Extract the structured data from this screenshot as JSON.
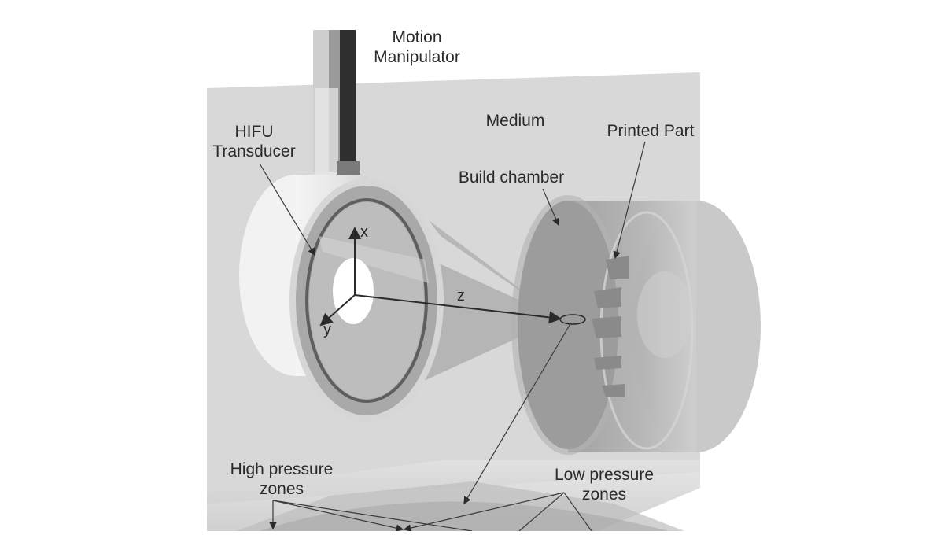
{
  "diagram": {
    "title": "HIFU acoustic printing setup",
    "labels": {
      "motion_manipulator": [
        "Motion",
        "Manipulator"
      ],
      "hifu_transducer": [
        "HIFU",
        "Transducer"
      ],
      "medium": "Medium",
      "printed_part": "Printed Part",
      "build_chamber": "Build chamber",
      "high_pressure_zones": [
        "High pressure",
        "zones"
      ],
      "low_pressure_zones": [
        "Low pressure",
        "zones"
      ]
    },
    "axes": {
      "x": "x",
      "y": "y",
      "z": "z"
    },
    "colors": {
      "background": "#ffffff",
      "medium_box": "#d9d9d9",
      "transducer_housing": "#eeeeee",
      "transducer_ring": "#a8a8a8",
      "transducer_face": "#bcbcbc",
      "beam_cone": "#8f8f8f",
      "build_chamber": "#9a9a9a",
      "chamber_rim": "#c4c4c4",
      "manipulator_dark": "#2e2e2e",
      "manipulator_light": "#c8c8c8",
      "leader_line": "#3a3a3a",
      "text": "#2a2a2a"
    }
  }
}
